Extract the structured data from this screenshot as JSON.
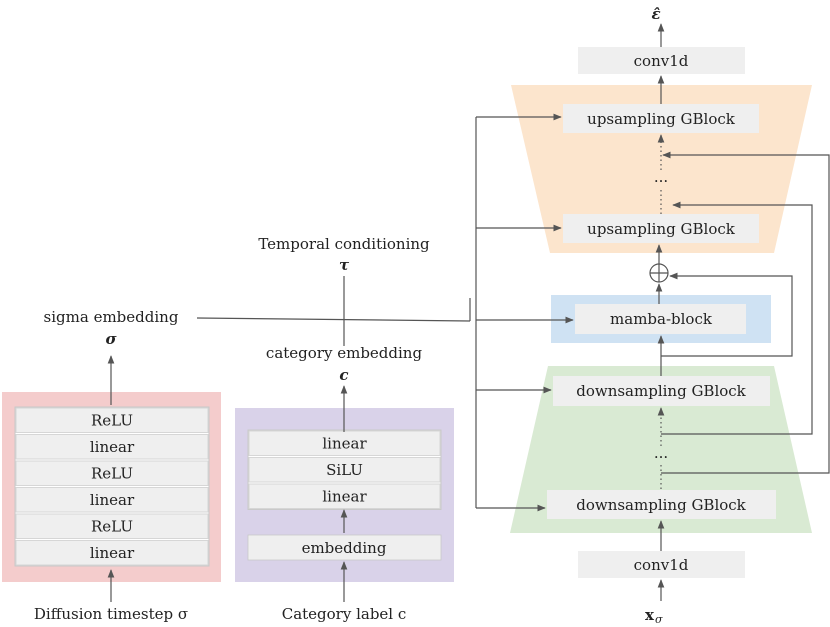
{
  "inputs": {
    "diffusion_label": "Diffusion timestep σ",
    "category_label": "Category label c",
    "x_sigma": "x",
    "x_sigma_sub": "σ"
  },
  "sigma": {
    "name": "sigma embedding",
    "symbol": "σ",
    "layers": [
      "ReLU",
      "linear",
      "ReLU",
      "linear",
      "ReLU",
      "linear"
    ],
    "color": "#f4cccc"
  },
  "category": {
    "name": "category embedding",
    "symbol": "c",
    "layers": [
      "linear",
      "SiLU",
      "linear"
    ],
    "embedding": "embedding",
    "color": "#d9d2e9"
  },
  "temporal": {
    "name": "Temporal conditioning",
    "symbol": "τ"
  },
  "unet": {
    "conv_bottom": "conv1d",
    "conv_top": "conv1d",
    "output": "ε̂",
    "down_top": "downsampling GBlock",
    "down_bottom": "downsampling GBlock",
    "up_top": "upsampling GBlock",
    "up_bottom": "upsampling GBlock",
    "mamba": "mamba-block",
    "ellipsis_down": "...",
    "ellipsis_up": "...",
    "down_color": "#d9ead3",
    "up_color": "#fce5cd",
    "mamba_color": "#cfe2f3",
    "block_fill": "#efefef"
  }
}
